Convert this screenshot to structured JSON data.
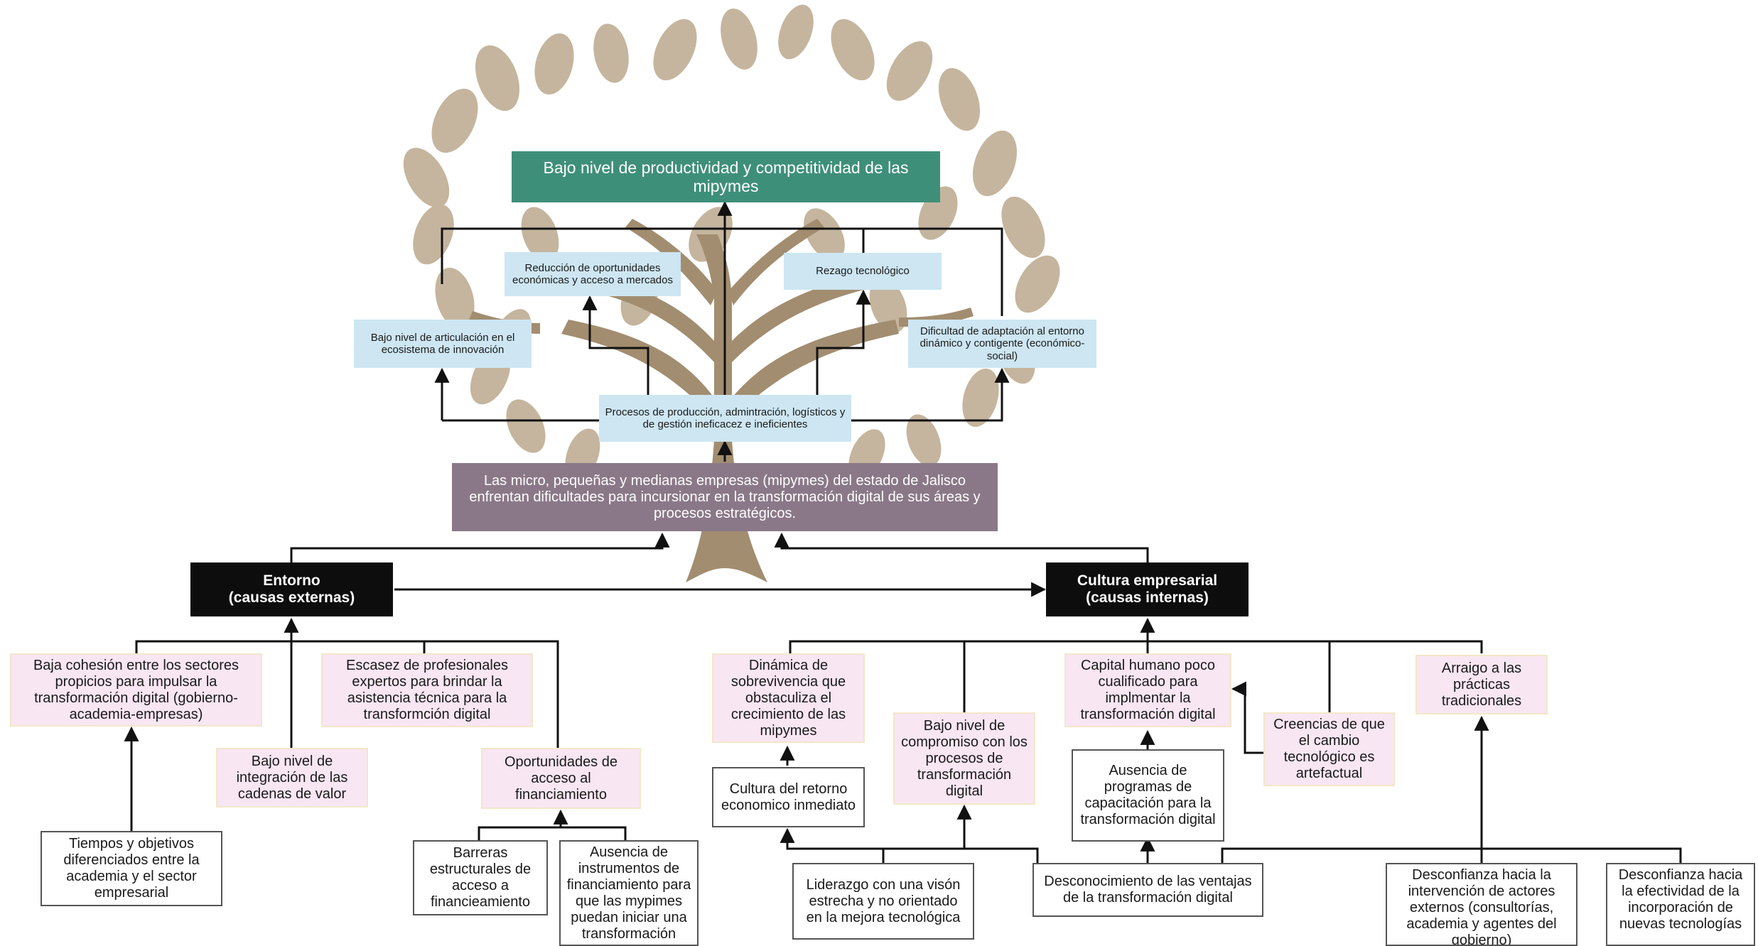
{
  "colors": {
    "effect_box": "#3e8f79",
    "problem_box": "#8a7888",
    "consequence_box": "#cde6f2",
    "cause_header_box": "#0d0d0d",
    "cause_box": "#f8e6f3",
    "sub_cause_box": "#ffffff",
    "tree_trunk": "#a08a6d",
    "tree_leaves": "#b9a68b",
    "connector": "#111111"
  },
  "effect": "Bajo nivel de productividad y competitividad de las mipymes",
  "consequences": {
    "oportunidades": "Reducción de oportunidades económicas y acceso a mercados",
    "rezago": "Rezago tecnológico",
    "articulacion": "Bajo nivel de articulación en el ecosistema de innovación",
    "adaptacion": "Dificultad de adaptación al entorno dinámico y contigente (económico-social)",
    "procesos": "Procesos de producción, admintración, logísticos y de gestión ineficacez e ineficientes"
  },
  "problem": "Las micro, pequeñas y medianas empresas (mipymes) del estado de Jalisco enfrentan dificultades para incursionar en la transformación digital de sus áreas y procesos estratégicos.",
  "entorno": {
    "header": "Entorno\n(causas externas)",
    "cohesion": "Baja cohesión entre los sectores propicios para impulsar la transformación digital (gobierno-academia-empresas)",
    "integracion": "Bajo nivel de integración de las cadenas de valor",
    "escasez": "Escasez de profesionales expertos para brindar la asistencia técnica para la transformción digital",
    "financiamiento": "Oportunidades de acceso al financiamiento",
    "tiempos": "Tiempos y objetivos diferenciados entre la academia y el sector empresarial",
    "barreras": "Barreras estructurales de acceso a financieamiento",
    "ausencia_instrumentos": "Ausencia de instrumentos de financiamiento para que las mypimes puedan iniciar una transformación"
  },
  "cultura": {
    "header": "Cultura empresarial\n(causas internas)",
    "dinamica": "Dinámica de sobrevivencia que obstaculiza el crecimiento de las mipymes",
    "compromiso": "Bajo nivel de compromiso con los procesos de transformación digital",
    "capital": "Capital humano poco cualificado para implmentar la transformación digital",
    "creencias": "Creencias de que el cambio tecnológico es artefactual",
    "arraigo": "Arraigo a las prácticas tradicionales",
    "retorno": "Cultura del retorno economico inmediato",
    "ausencia_programas": "Ausencia de programas de capacitación para la transformación digital",
    "liderazgo": "Liderazgo con una visón estrecha y no orientado en la mejora tecnológica",
    "desconocimiento": "Desconocimiento de las ventajas de la transformación digital",
    "desconfianza_actores": "Desconfianza hacia la intervención de actores externos (consultorías, academia y agentes del gobierno)",
    "desconfianza_efectividad": "Desconfianza hacia la efectividad de la incorporación de nuevas tecnologías"
  }
}
